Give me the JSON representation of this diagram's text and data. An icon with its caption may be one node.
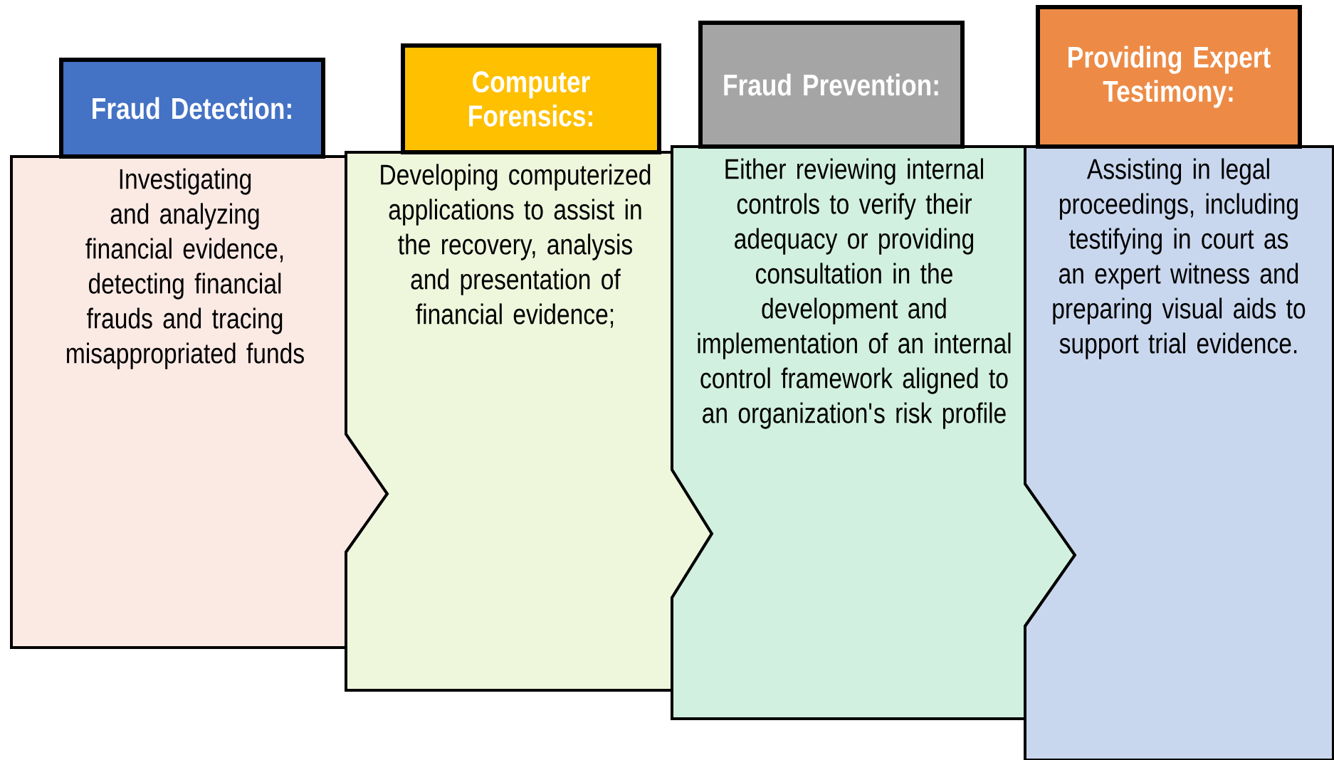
{
  "diagram": {
    "nodes": [
      {
        "text": [
          "Fraud Detection:"
        ]
      },
      {
        "text": [
          "Investigating and analyzing financial evidence, detecting financial frauds and tracing misappropriated funds"
        ]
      },
      {
        "text": [
          "Computer Forensics:"
        ]
      },
      {
        "text": [
          "Developing computerized applications to assist in the recovery, analysis and presentation of financial evidence;"
        ]
      },
      {
        "text": [
          "Fraud Prevention:"
        ]
      },
      {
        "text": [
          "Either reviewing internal controls to verify their adequacy or providing consultation in the development and implementation of an internal control framework aligned to an organization's risk profile"
        ]
      },
      {
        "text": [
          "Providing Expert Testimony:"
        ]
      },
      {
        "text": [
          "Assisting in legal proceedings, including testifying in court as an expert witness and preparing visual aids to support trial evidence."
        ]
      }
    ]
  }
}
